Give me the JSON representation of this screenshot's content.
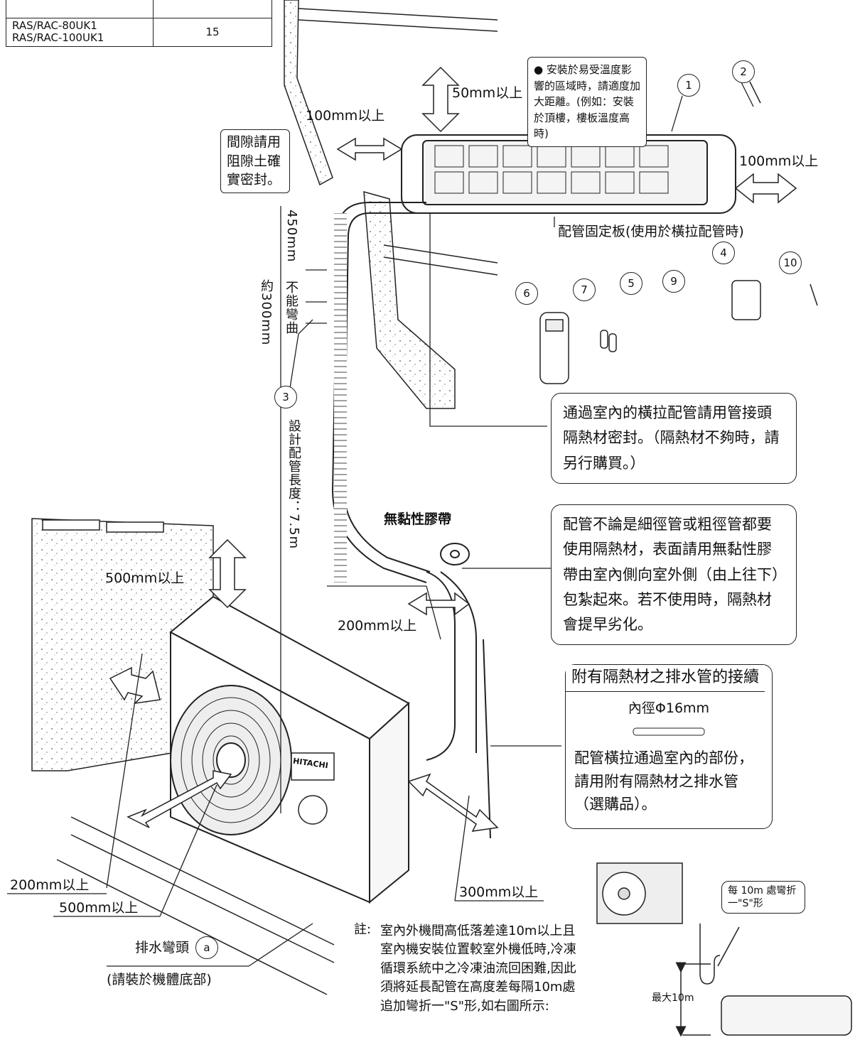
{
  "model_table": {
    "models": "RAS/RAC-80UK1\nRAS/RAC-100UK1",
    "value": "15"
  },
  "indoor": {
    "top_note": "● 安裝於易受溫度影響的區域時，請適度加大距離。(例如：安裝於頂樓，樓板溫度高時)",
    "clear_top": "50mm以上",
    "clear_left": "100mm以上",
    "clear_right": "100mm以上",
    "seal_note": "間隙請用阻隙土確實密封。",
    "bracket_label": "配管固定板(使用於橫拉配管時)"
  },
  "piping": {
    "len_450": "450mm",
    "len_300": "約300mm",
    "no_bend": "不能彎曲",
    "design_length": "設計配管長度：7.5m",
    "tape_label": "無黏性膠帶"
  },
  "notes": {
    "seal_pipe": "通過室內的橫拉配管請用管接頭隔熱材密封。（隔熱材不夠時，請另行購買。）",
    "insulation": "配管不論是細徑管或粗徑管都要使用隔熱材，表面請用無黏性膠帶由室內側向室外側（由上往下）包紮起來。若不使用時，隔熱材會提早劣化。",
    "drain_title": "附有隔熱材之排水管的接續",
    "drain_dia": "內徑Φ16mm",
    "drain_body": "配管橫拉通過室內的部份，請用附有隔熱材之排水管（選購品）。"
  },
  "outdoor": {
    "clear_500_top": "500mm以上",
    "clear_200_right": "200mm以上",
    "clear_300": "300mm以上",
    "clear_200_left": "200mm以上",
    "clear_500_front": "500mm以上",
    "drain_elbow": "排水彎頭",
    "drain_elbow_mark": "a",
    "drain_elbow_note": "(請裝於機體底部)",
    "brand": "HITACHI"
  },
  "footnote": {
    "prefix": "註:",
    "text": "室內外機間高低落差達10m以上且室內機安裝位置較室外機低時,冷凍循環系統中之冷凍油流回困難,因此須將延長配管在高度差每隔10m處追加彎折一\"S\"形,如右圖所示:"
  },
  "inset": {
    "callout": "每 10m 處彎折一\"S\"形",
    "max_height": "最大10m"
  },
  "parts": [
    "1",
    "2",
    "3",
    "4",
    "5",
    "6",
    "7",
    "9",
    "10"
  ]
}
